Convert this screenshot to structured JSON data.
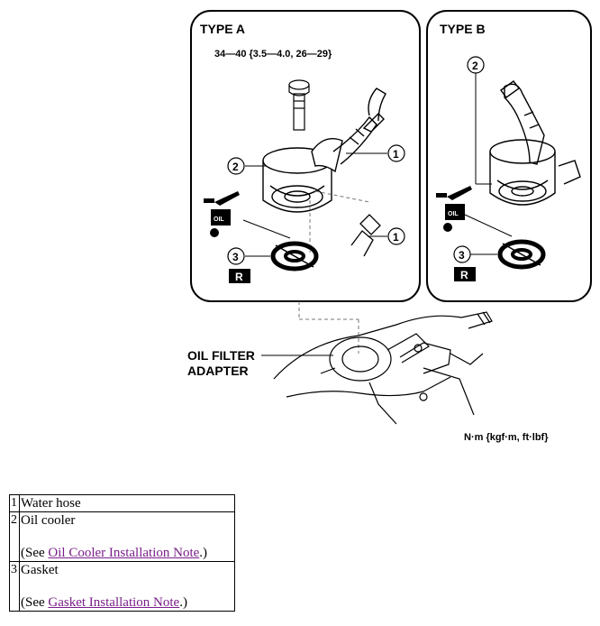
{
  "diagram": {
    "type_a_label": "TYPE A",
    "type_b_label": "TYPE B",
    "torque_spec": "34—40 {3.5—4.0, 26—29}",
    "callouts": {
      "one": "1",
      "two": "2",
      "three": "3"
    },
    "oil_label": "OIL",
    "replace_label": "R",
    "adapter_label_line1": "OIL FILTER",
    "adapter_label_line2": "ADAPTER",
    "units_label": "N·m {kgf·m, ft·lbf}"
  },
  "legend": {
    "rows": [
      {
        "num": "1",
        "name": "Water hose"
      },
      {
        "num": "2",
        "name": "Oil cooler",
        "see_prefix": "(See ",
        "link": "Oil Cooler Installation Note",
        "see_suffix": ".)"
      },
      {
        "num": "3",
        "name": "Gasket",
        "see_prefix": "(See ",
        "link": "Gasket Installation Note",
        "see_suffix": ".)"
      }
    ]
  },
  "colors": {
    "link": "#7a1f8a",
    "line": "#000000"
  }
}
